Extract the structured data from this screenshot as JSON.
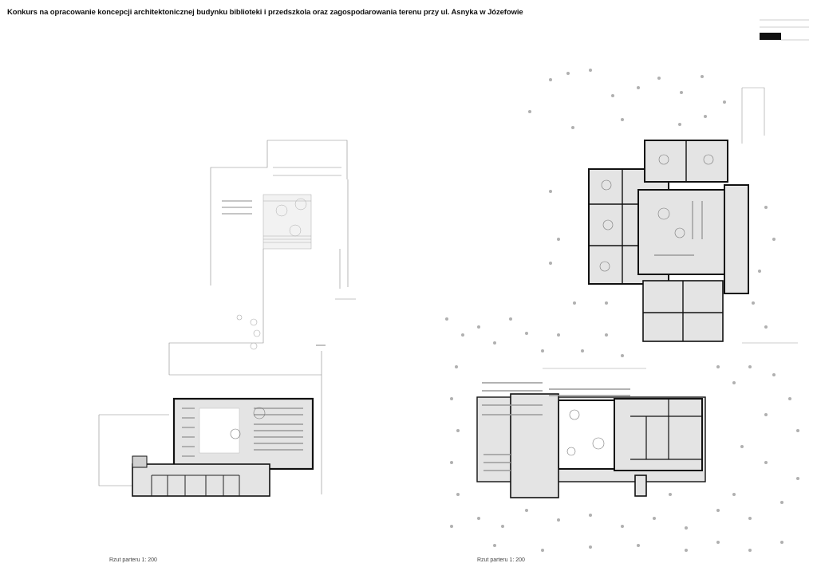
{
  "sheet": {
    "title": "Konkurs  na opracowanie koncepcji architektonicznej budynku biblioteki i przedszkola oraz zagospodarowania terenu przy ul. Asnyka w Józefowie"
  },
  "plans": {
    "left_caption": "Rzut parteru  1: 200",
    "right_caption": "Rzut parteru  1: 200"
  },
  "colors": {
    "wall": "#111111",
    "floor": "#e4e4e4",
    "line": "#777777",
    "tree": "#9a9a9a"
  }
}
